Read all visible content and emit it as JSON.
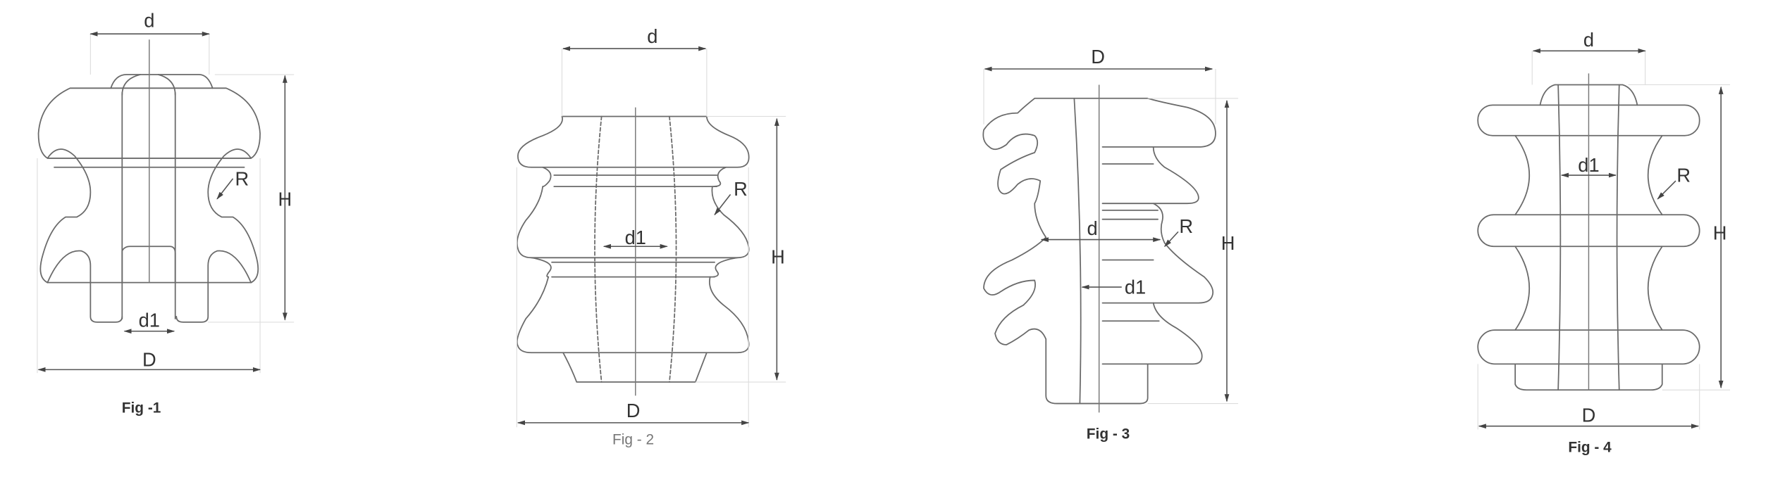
{
  "figures": [
    {
      "caption": "Fig -1",
      "labels": {
        "d": "d",
        "d1": "d1",
        "D": "D",
        "H": "H",
        "R": "R"
      }
    },
    {
      "caption": "Fig - 2",
      "labels": {
        "d": "d",
        "d1": "d1",
        "D": "D",
        "H": "H",
        "R": "R"
      }
    },
    {
      "caption": "Fig - 3",
      "labels": {
        "d": "d",
        "d1": "d1",
        "D": "D",
        "H": "H",
        "R": "R"
      }
    },
    {
      "caption": "Fig - 4",
      "labels": {
        "d": "d",
        "d1": "d1",
        "D": "D",
        "H": "H",
        "R": "R"
      }
    }
  ],
  "colors": {
    "line": "#6a6a6a",
    "text": "#333333"
  }
}
